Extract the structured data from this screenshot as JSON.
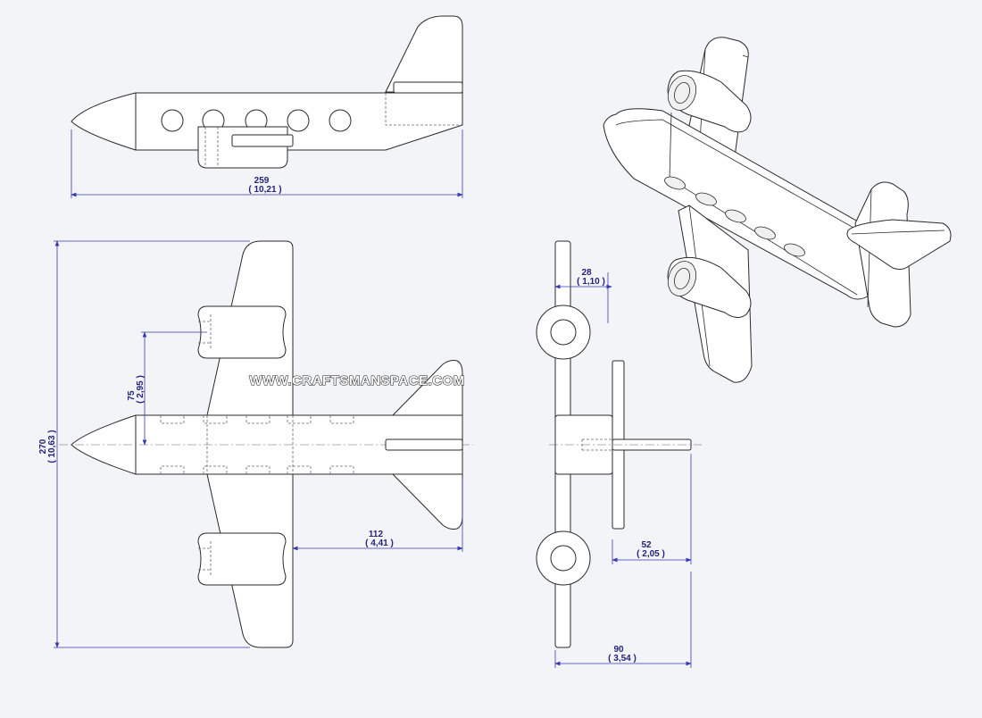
{
  "watermark": "WWW.CRAFTSMANSPACE.COM",
  "dimensions": {
    "length": {
      "mm": "259",
      "in": "( 10,21 )"
    },
    "span": {
      "mm": "270",
      "in": "( 10,63 )"
    },
    "engine_offset": {
      "mm": "75",
      "in": "( 2,95 )"
    },
    "tail_offset": {
      "mm": "112",
      "in": "( 4,41 )"
    },
    "wing_thickness": {
      "mm": "28",
      "in": "( 1,10 )"
    },
    "tail_width": {
      "mm": "52",
      "in": "( 2,05 )"
    },
    "depth": {
      "mm": "90",
      "in": "( 3,54 )"
    }
  },
  "colors": {
    "dimension": "#23237a",
    "background": "#f3f4f8",
    "outline": "#2a2a2a"
  }
}
